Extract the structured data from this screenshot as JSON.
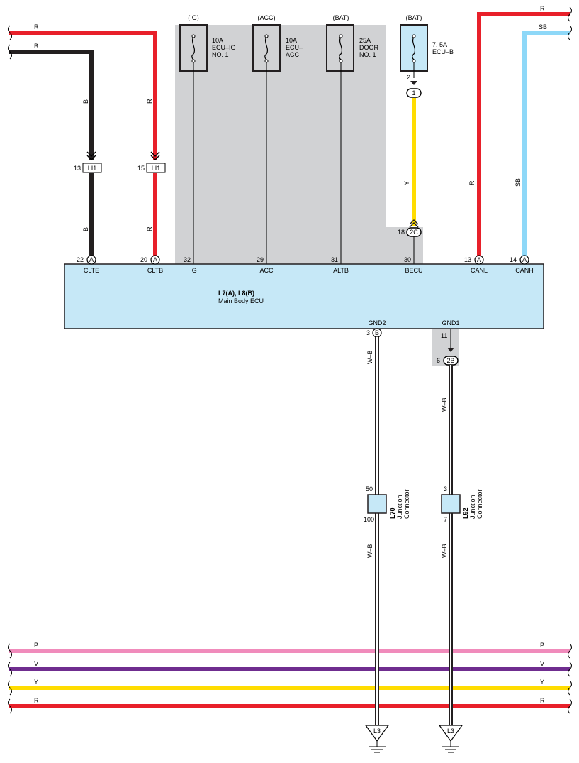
{
  "fuses": [
    {
      "source": "(IG)",
      "line1": "10A",
      "line2": "ECU–IG",
      "line3": "NO. 1"
    },
    {
      "source": "(ACC)",
      "line1": "10A",
      "line2": "ECU–",
      "line3": "ACC"
    },
    {
      "source": "(BAT)",
      "line1": "25A",
      "line2": "DOOR",
      "line3": "NO. 1"
    },
    {
      "source": "(BAT)",
      "line1": "7. 5A",
      "line2": "ECU–B",
      "line3": ""
    }
  ],
  "ecu": {
    "title": "L7(A), L8(B)",
    "subtitle": "Main Body ECU",
    "top_terminals": [
      {
        "pin": "22",
        "conn": "A",
        "name": "CLTE"
      },
      {
        "pin": "20",
        "conn": "A",
        "name": "CLTB"
      },
      {
        "pin": "32",
        "conn": "",
        "name": "IG"
      },
      {
        "pin": "29",
        "conn": "",
        "name": "ACC"
      },
      {
        "pin": "31",
        "conn": "",
        "name": "ALTB"
      },
      {
        "pin": "30",
        "conn": "",
        "name": "BECU"
      },
      {
        "pin": "13",
        "conn": "A",
        "name": "CANL"
      },
      {
        "pin": "14",
        "conn": "A",
        "name": "CANH"
      }
    ],
    "bottom_terminals": [
      {
        "pin": "3",
        "conn": "B",
        "name": "GND2"
      },
      {
        "pin": "11",
        "conn": "",
        "name": "GND1"
      }
    ]
  },
  "inline_connectors": [
    {
      "pin": "13",
      "id": "LI1"
    },
    {
      "pin": "15",
      "id": "LI1"
    },
    {
      "pin": "2",
      "id": "1"
    },
    {
      "pin": "18",
      "id": "2C"
    },
    {
      "pin": "6",
      "id": "2B"
    }
  ],
  "junction_connectors": [
    {
      "id": "L70",
      "label1": "Junction",
      "label2": "Connector",
      "pin_top": "50",
      "pin_bottom": "100"
    },
    {
      "id": "L92",
      "label1": "Junction",
      "label2": "Connector",
      "pin_top": "3",
      "pin_bottom": "7"
    }
  ],
  "wire_labels": {
    "top_left_r": "R",
    "top_left_b": "B",
    "clte_upper": "B",
    "clte_lower": "B",
    "cltb_upper": "R",
    "cltb_lower": "R",
    "becu": "Y",
    "canl": "R",
    "canh": "SB",
    "top_right_r": "R",
    "top_right_sb": "SB",
    "gnd2_upper": "W–B",
    "gnd2_lower": "W–B",
    "gnd1_upper": "W–B",
    "gnd1_lower": "W–B"
  },
  "ground_points": [
    "L3",
    "L3"
  ],
  "bus_lines": [
    {
      "label": "P",
      "color": "#f08bbb"
    },
    {
      "label": "V",
      "color": "#6f2d8f"
    },
    {
      "label": "Y",
      "color": "#ffdc00"
    },
    {
      "label": "R",
      "color": "#e8202a"
    }
  ],
  "colors": {
    "red": "#e8202a",
    "black": "#231f20",
    "yellow": "#ffdc00",
    "skyblue": "#8ed8f8",
    "ecu_fill": "#c6e8f7",
    "shade": "#d1d2d4"
  }
}
